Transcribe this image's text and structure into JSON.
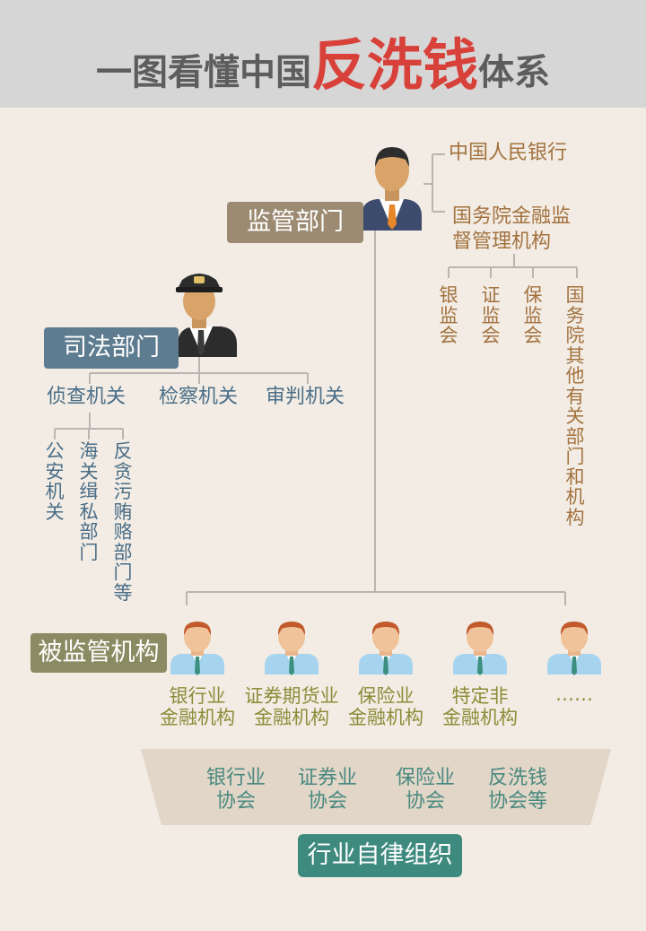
{
  "header": {
    "title_part1": "一图看懂中国",
    "title_highlight": "反洗钱",
    "title_part3": "体系"
  },
  "supervision": {
    "label": "监管部门",
    "pbc": "中国人民银行",
    "state_council_line1": "国务院金融监",
    "state_council_line2": "督管理机构",
    "commissions": [
      "银监会",
      "证监会",
      "保监会",
      "国务院其他有关部门和机构"
    ]
  },
  "judicial": {
    "label": "司法部门",
    "branches": [
      "侦查机关",
      "检察机关",
      "审判机关"
    ],
    "investigation_units": [
      "公安机关",
      "海关缉私部门",
      "反贪污贿赂部门等"
    ]
  },
  "regulated": {
    "label": "被监管机构",
    "entities": [
      {
        "line1": "银行业",
        "line2": "金融机构"
      },
      {
        "line1": "证券期货业",
        "line2": "金融机构"
      },
      {
        "line1": "保险业",
        "line2": "金融机构"
      },
      {
        "line1": "特定非",
        "line2": "金融机构"
      },
      {
        "line1": "……",
        "line2": ""
      }
    ]
  },
  "self_regulatory": {
    "label": "行业自律组织",
    "associations": [
      {
        "line1": "银行业",
        "line2": "协会"
      },
      {
        "line1": "证券业",
        "line2": "协会"
      },
      {
        "line1": "保险业",
        "line2": "协会"
      },
      {
        "line1": "反洗钱",
        "line2": "协会等"
      }
    ]
  },
  "colors": {
    "title_red": "#d8413a",
    "supervision_tag": "#9c8a72",
    "judicial_tag": "#5e7c90",
    "regulated_tag": "#8b8b63",
    "self_reg_tag": "#3e8a7f",
    "banner": "#e1d6c7"
  },
  "icons": {
    "supervisor": "official-person-icon",
    "judicial": "police-officer-icon",
    "regulated": "staff-person-icon"
  }
}
